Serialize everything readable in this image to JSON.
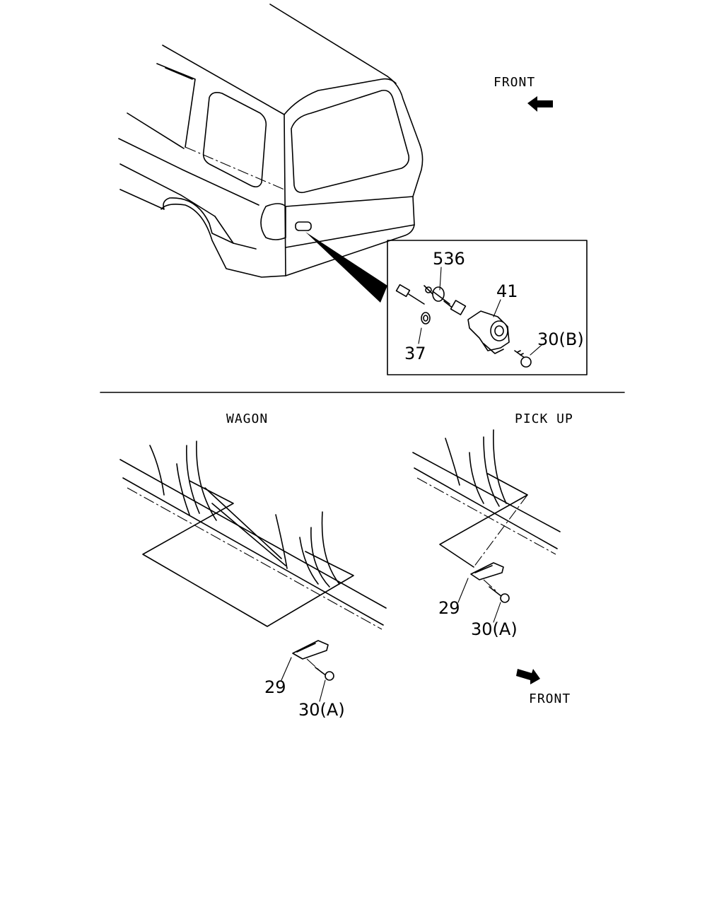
{
  "labels": {
    "front_top": "FRONT",
    "front_bottom": "FRONT",
    "wagon": "WAGON",
    "pickup": "PICK UP"
  },
  "callouts": {
    "p536": "536",
    "p41": "41",
    "p30b": "30(B)",
    "p37": "37",
    "p29_wagon": "29",
    "p30a_wagon": "30(A)",
    "p29_pickup": "29",
    "p30a_pickup": "30(A)"
  }
}
